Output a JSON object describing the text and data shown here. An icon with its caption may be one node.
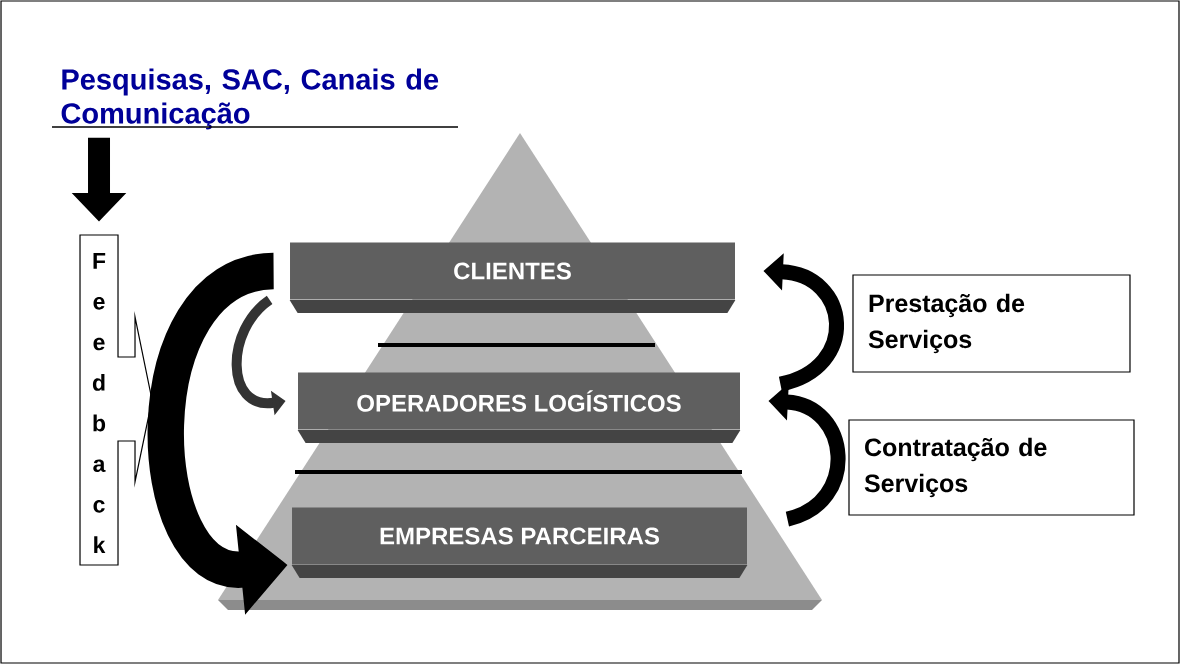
{
  "diagram": {
    "nodes": [
      {
        "text": [
          "Pesquisas, SAC, Canais de Comunicação"
        ]
      },
      {
        "text": [
          "Feedback"
        ]
      },
      {
        "text": [],
        "shape": "triangle"
      },
      {
        "text": [
          "CLIENTES"
        ],
        "in": 2
      },
      {
        "text": [
          "OPERADORES LOGÍSTICOS"
        ],
        "in": 2
      },
      {
        "text": [
          "EMPRESAS PARCEIRAS"
        ],
        "in": 2
      },
      {
        "text": [
          "Prestação de Serviços"
        ]
      },
      {
        "text": [
          "Contratação de Serviços"
        ]
      }
    ],
    "edges": [
      {
        "from": 0,
        "to": 1,
        "arrow": "to"
      },
      {
        "from": 3,
        "to": 5,
        "arrow": "to",
        "style": "thick"
      },
      {
        "from": 3,
        "to": 4,
        "arrow": "to",
        "color": "#333333"
      },
      {
        "from": 4,
        "to": 3,
        "arrow": "to"
      },
      {
        "from": 5,
        "to": 4,
        "arrow": "to"
      }
    ]
  }
}
